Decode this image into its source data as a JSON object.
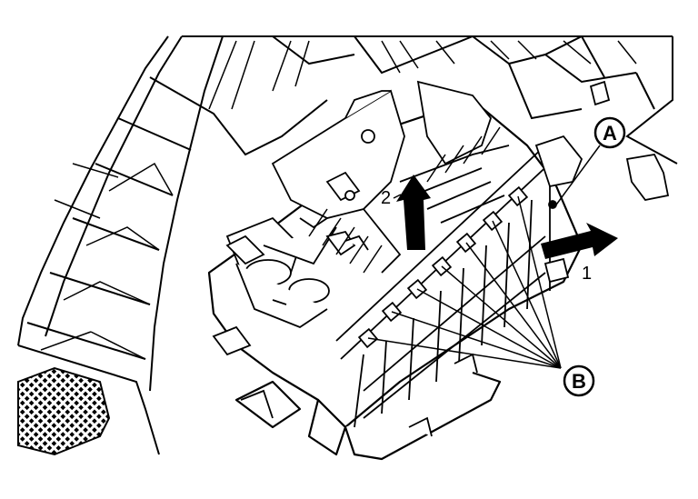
{
  "diagram": {
    "callouts": {
      "part_a": "A",
      "clips_b": "B"
    },
    "steps": {
      "step1": "1",
      "step2": "2"
    },
    "colors": {
      "line": "#000000",
      "background": "#ffffff",
      "arrow_fill": "#000000"
    },
    "icons": {
      "move_arrow_1": "arrow-right-icon",
      "lift_arrow_2": "arrow-up-icon"
    }
  }
}
